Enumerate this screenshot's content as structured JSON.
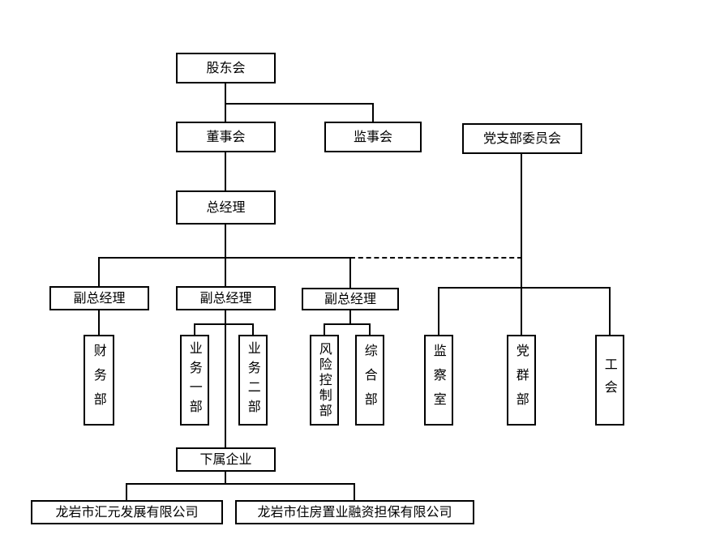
{
  "diagram": {
    "type": "org-chart",
    "nodes": {
      "shareholders": "股东会",
      "board": "董事会",
      "supervisory": "监事会",
      "party_branch": "党支部委员会",
      "general_manager": "总经理",
      "deputy_gm_1": "副总经理",
      "deputy_gm_2": "副总经理",
      "deputy_gm_3": "副总经理",
      "finance_dept": "财务部",
      "business_dept_1": "业务一部",
      "business_dept_2": "业务二部",
      "risk_control_dept": "风险控制部",
      "general_affairs_dept": "综合部",
      "supervision_office": "监察室",
      "party_masses_dept": "党群部",
      "labor_union": "工会",
      "subsidiaries": "下属企业",
      "company_huiyuan": "龙岩市汇元发展有限公司",
      "company_housing_guarantee": "龙岩市住房置业融资担保有限公司"
    },
    "edges": [
      {
        "from": "shareholders",
        "to": "board",
        "style": "solid"
      },
      {
        "from": "shareholders",
        "to": "supervisory",
        "style": "solid"
      },
      {
        "from": "board",
        "to": "general_manager",
        "style": "solid"
      },
      {
        "from": "general_manager",
        "to": "deputy_gm_1",
        "style": "solid"
      },
      {
        "from": "general_manager",
        "to": "deputy_gm_2",
        "style": "solid"
      },
      {
        "from": "general_manager",
        "to": "deputy_gm_3",
        "style": "solid"
      },
      {
        "from": "general_manager",
        "to": "party_branch",
        "style": "dashed"
      },
      {
        "from": "party_branch",
        "to": "supervision_office",
        "style": "solid"
      },
      {
        "from": "party_branch",
        "to": "party_masses_dept",
        "style": "solid"
      },
      {
        "from": "party_branch",
        "to": "labor_union",
        "style": "solid"
      },
      {
        "from": "deputy_gm_1",
        "to": "finance_dept",
        "style": "solid"
      },
      {
        "from": "deputy_gm_2",
        "to": "business_dept_1",
        "style": "solid"
      },
      {
        "from": "deputy_gm_2",
        "to": "business_dept_2",
        "style": "solid"
      },
      {
        "from": "deputy_gm_2",
        "to": "subsidiaries",
        "style": "solid"
      },
      {
        "from": "deputy_gm_3",
        "to": "risk_control_dept",
        "style": "solid"
      },
      {
        "from": "deputy_gm_3",
        "to": "general_affairs_dept",
        "style": "solid"
      },
      {
        "from": "subsidiaries",
        "to": "company_huiyuan",
        "style": "solid"
      },
      {
        "from": "subsidiaries",
        "to": "company_housing_guarantee",
        "style": "solid"
      }
    ],
    "colors": {
      "border": "#000000",
      "background": "#ffffff",
      "text": "#000000"
    }
  }
}
